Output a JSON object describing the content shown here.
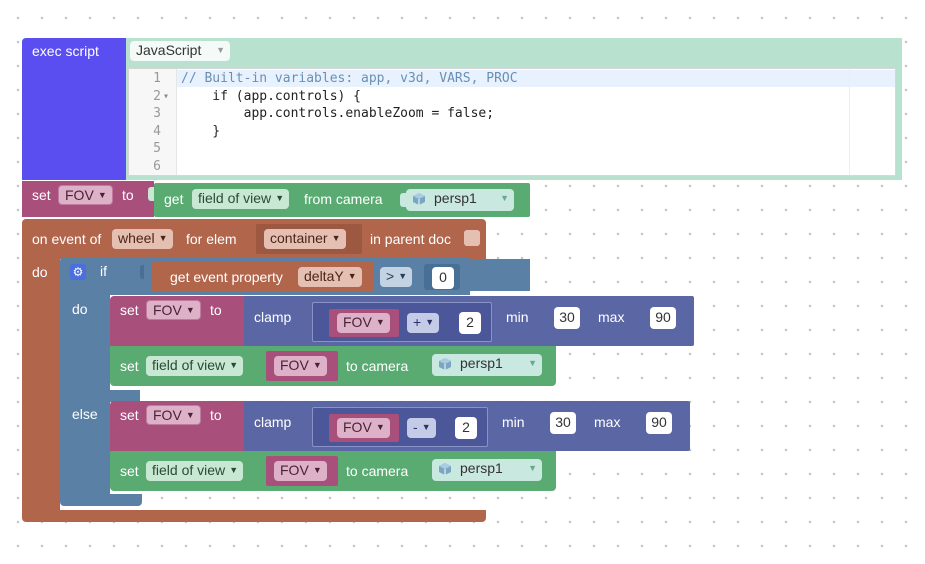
{
  "colors": {
    "exec": "#5b4ef0",
    "exec_panel": "#b9e1d0",
    "variable": "#a84f7c",
    "camera": "#59ab72",
    "event": "#b1654b",
    "logic": "#5b80a5",
    "math": "#5b67a5",
    "object": "#c8e8e0"
  },
  "exec_script": {
    "label": "exec script",
    "language": "JavaScript",
    "code_lines": [
      {
        "num": "1",
        "text": "// Built-in variables: app, v3d, VARS, PROC"
      },
      {
        "num": "2",
        "text": "    if (app.controls) {"
      },
      {
        "num": "3",
        "text": "        app.controls.enableZoom = false;"
      },
      {
        "num": "4",
        "text": "    }"
      },
      {
        "num": "5",
        "text": ""
      },
      {
        "num": "6",
        "text": ""
      }
    ]
  },
  "set_fov": {
    "set_label": "set",
    "var": "FOV",
    "to_label": "to",
    "get_label": "get",
    "property": "field of view",
    "from_label": "from camera",
    "camera": "persp1"
  },
  "event": {
    "label": "on event of",
    "event_name": "wheel",
    "for_elem_label": "for elem",
    "element": "container",
    "parent_label": "in parent doc",
    "do_label": "do"
  },
  "if_block": {
    "if_label": "if",
    "get_prop_label": "get event property",
    "property": "deltaY",
    "operator": ">",
    "compare_value": "0",
    "do_label": "do",
    "else_label": "else"
  },
  "branch_do": {
    "set_label": "set",
    "var": "FOV",
    "to_label": "to",
    "clamp_label": "clamp",
    "inner_var": "FOV",
    "op": "+",
    "operand": "2",
    "min_label": "min",
    "min_value": "30",
    "max_label": "max",
    "max_value": "90",
    "cam_set_label": "set",
    "cam_property": "field of view",
    "cam_var": "FOV",
    "cam_to_label": "to camera",
    "camera": "persp1"
  },
  "branch_else": {
    "set_label": "set",
    "var": "FOV",
    "to_label": "to",
    "clamp_label": "clamp",
    "inner_var": "FOV",
    "op": "-",
    "operand": "2",
    "min_label": "min",
    "min_value": "30",
    "max_label": "max",
    "max_value": "90",
    "cam_set_label": "set",
    "cam_property": "field of view",
    "cam_var": "FOV",
    "cam_to_label": "to camera",
    "camera": "persp1"
  }
}
